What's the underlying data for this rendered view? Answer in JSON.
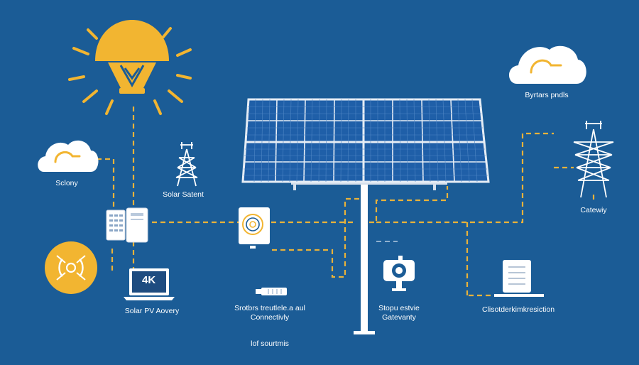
{
  "colors": {
    "background": "#1b5c96",
    "accent": "#f2b531",
    "connector": "#e9b23a",
    "panel_cell": "#1f5fa8",
    "panel_frame": "#e6edf5",
    "device": "#ffffff"
  },
  "icons": [
    "sun-icon",
    "cloud-icon",
    "tower-icon",
    "solar-panel-array",
    "inverter-icon",
    "laptop-icon",
    "usb-dongle-icon",
    "camera-icon",
    "server-icon",
    "wireless-badge-icon"
  ],
  "labels": {
    "cloud_left": "Sclony",
    "tower_left": "Solar Satent",
    "cloud_right": "Byrtars pndls",
    "tower_right": "Catewiy",
    "laptop": "Solar PV Aovery",
    "connectivity_line1": "Srotbrs treutlele.a aul",
    "connectivity_line2": "Connectivly",
    "bottom_note": "lof sourtmis",
    "camera_line1": "Stopu estvie",
    "camera_line2": "Gatevanty",
    "server": "Clisotderkimkresiction",
    "laptop_screen": "4K"
  }
}
